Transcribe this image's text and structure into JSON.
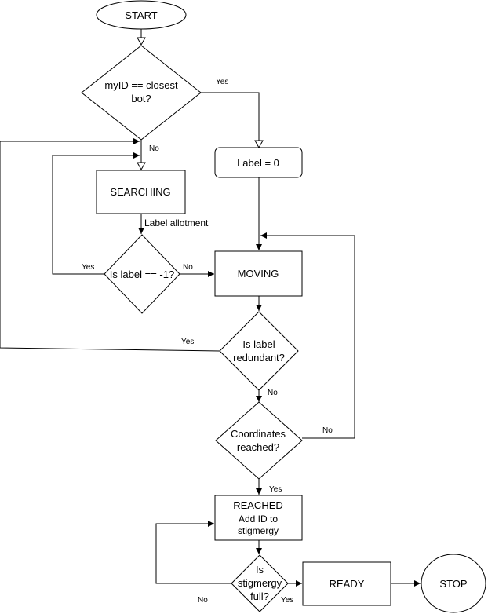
{
  "nodes": {
    "start": "START",
    "decision_closest": [
      "myID == closest",
      "bot?"
    ],
    "label_zero": "Label = 0",
    "searching": "SEARCHING",
    "label_allotment": "Label allotment",
    "decision_label_minus1": "Is label == -1?",
    "moving": "MOVING",
    "decision_redundant": [
      "Is label",
      "redundant?"
    ],
    "decision_coordinates": [
      "Coordinates",
      "reached?"
    ],
    "reached": [
      "REACHED",
      "Add ID to",
      "stigmergy"
    ],
    "decision_stigmergy": [
      "Is",
      "stigmergy",
      "full?"
    ],
    "ready": "READY",
    "stop": "STOP"
  },
  "edges": {
    "closest_yes": "Yes",
    "closest_no": "No",
    "label_minus1_yes": "Yes",
    "label_minus1_no": "No",
    "redundant_yes": "Yes",
    "redundant_no": "No",
    "coordinates_no": "No",
    "coordinates_yes": "Yes",
    "stigmergy_no": "No",
    "stigmergy_yes": "Yes"
  }
}
